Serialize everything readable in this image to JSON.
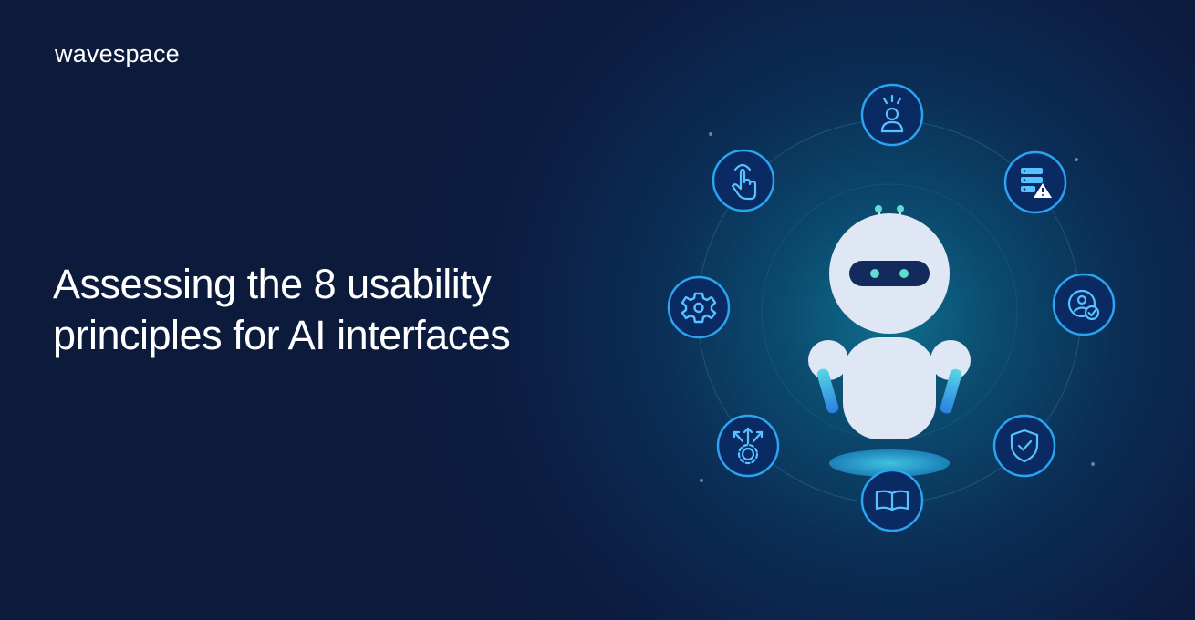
{
  "brand": {
    "name": "wavespace"
  },
  "headline": {
    "line1": "Assessing the 8 usability",
    "line2": "principles for AI interfaces"
  },
  "colors": {
    "background": "#0c1a3b",
    "glow": "#0e6f8e",
    "accent": "#2aa3f0",
    "robot": "#dfe7f5"
  },
  "principle_icons": [
    "user-alert-icon",
    "server-warning-icon",
    "user-check-icon",
    "shield-check-icon",
    "book-icon",
    "gear-arrows-icon",
    "gear-icon",
    "pointer-icon"
  ]
}
